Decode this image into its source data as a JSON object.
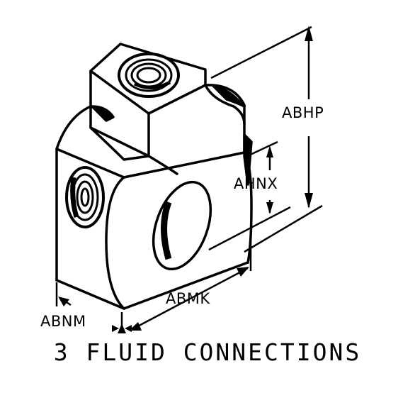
{
  "figure": {
    "caption": "3 FLUID CONNECTIONS",
    "dimensions": {
      "height": "ABHP",
      "bore_height": "AHNX",
      "length": "ABMK",
      "width": "ABNM"
    },
    "colors": {
      "ink": "#000000",
      "paper": "#ffffff"
    }
  }
}
